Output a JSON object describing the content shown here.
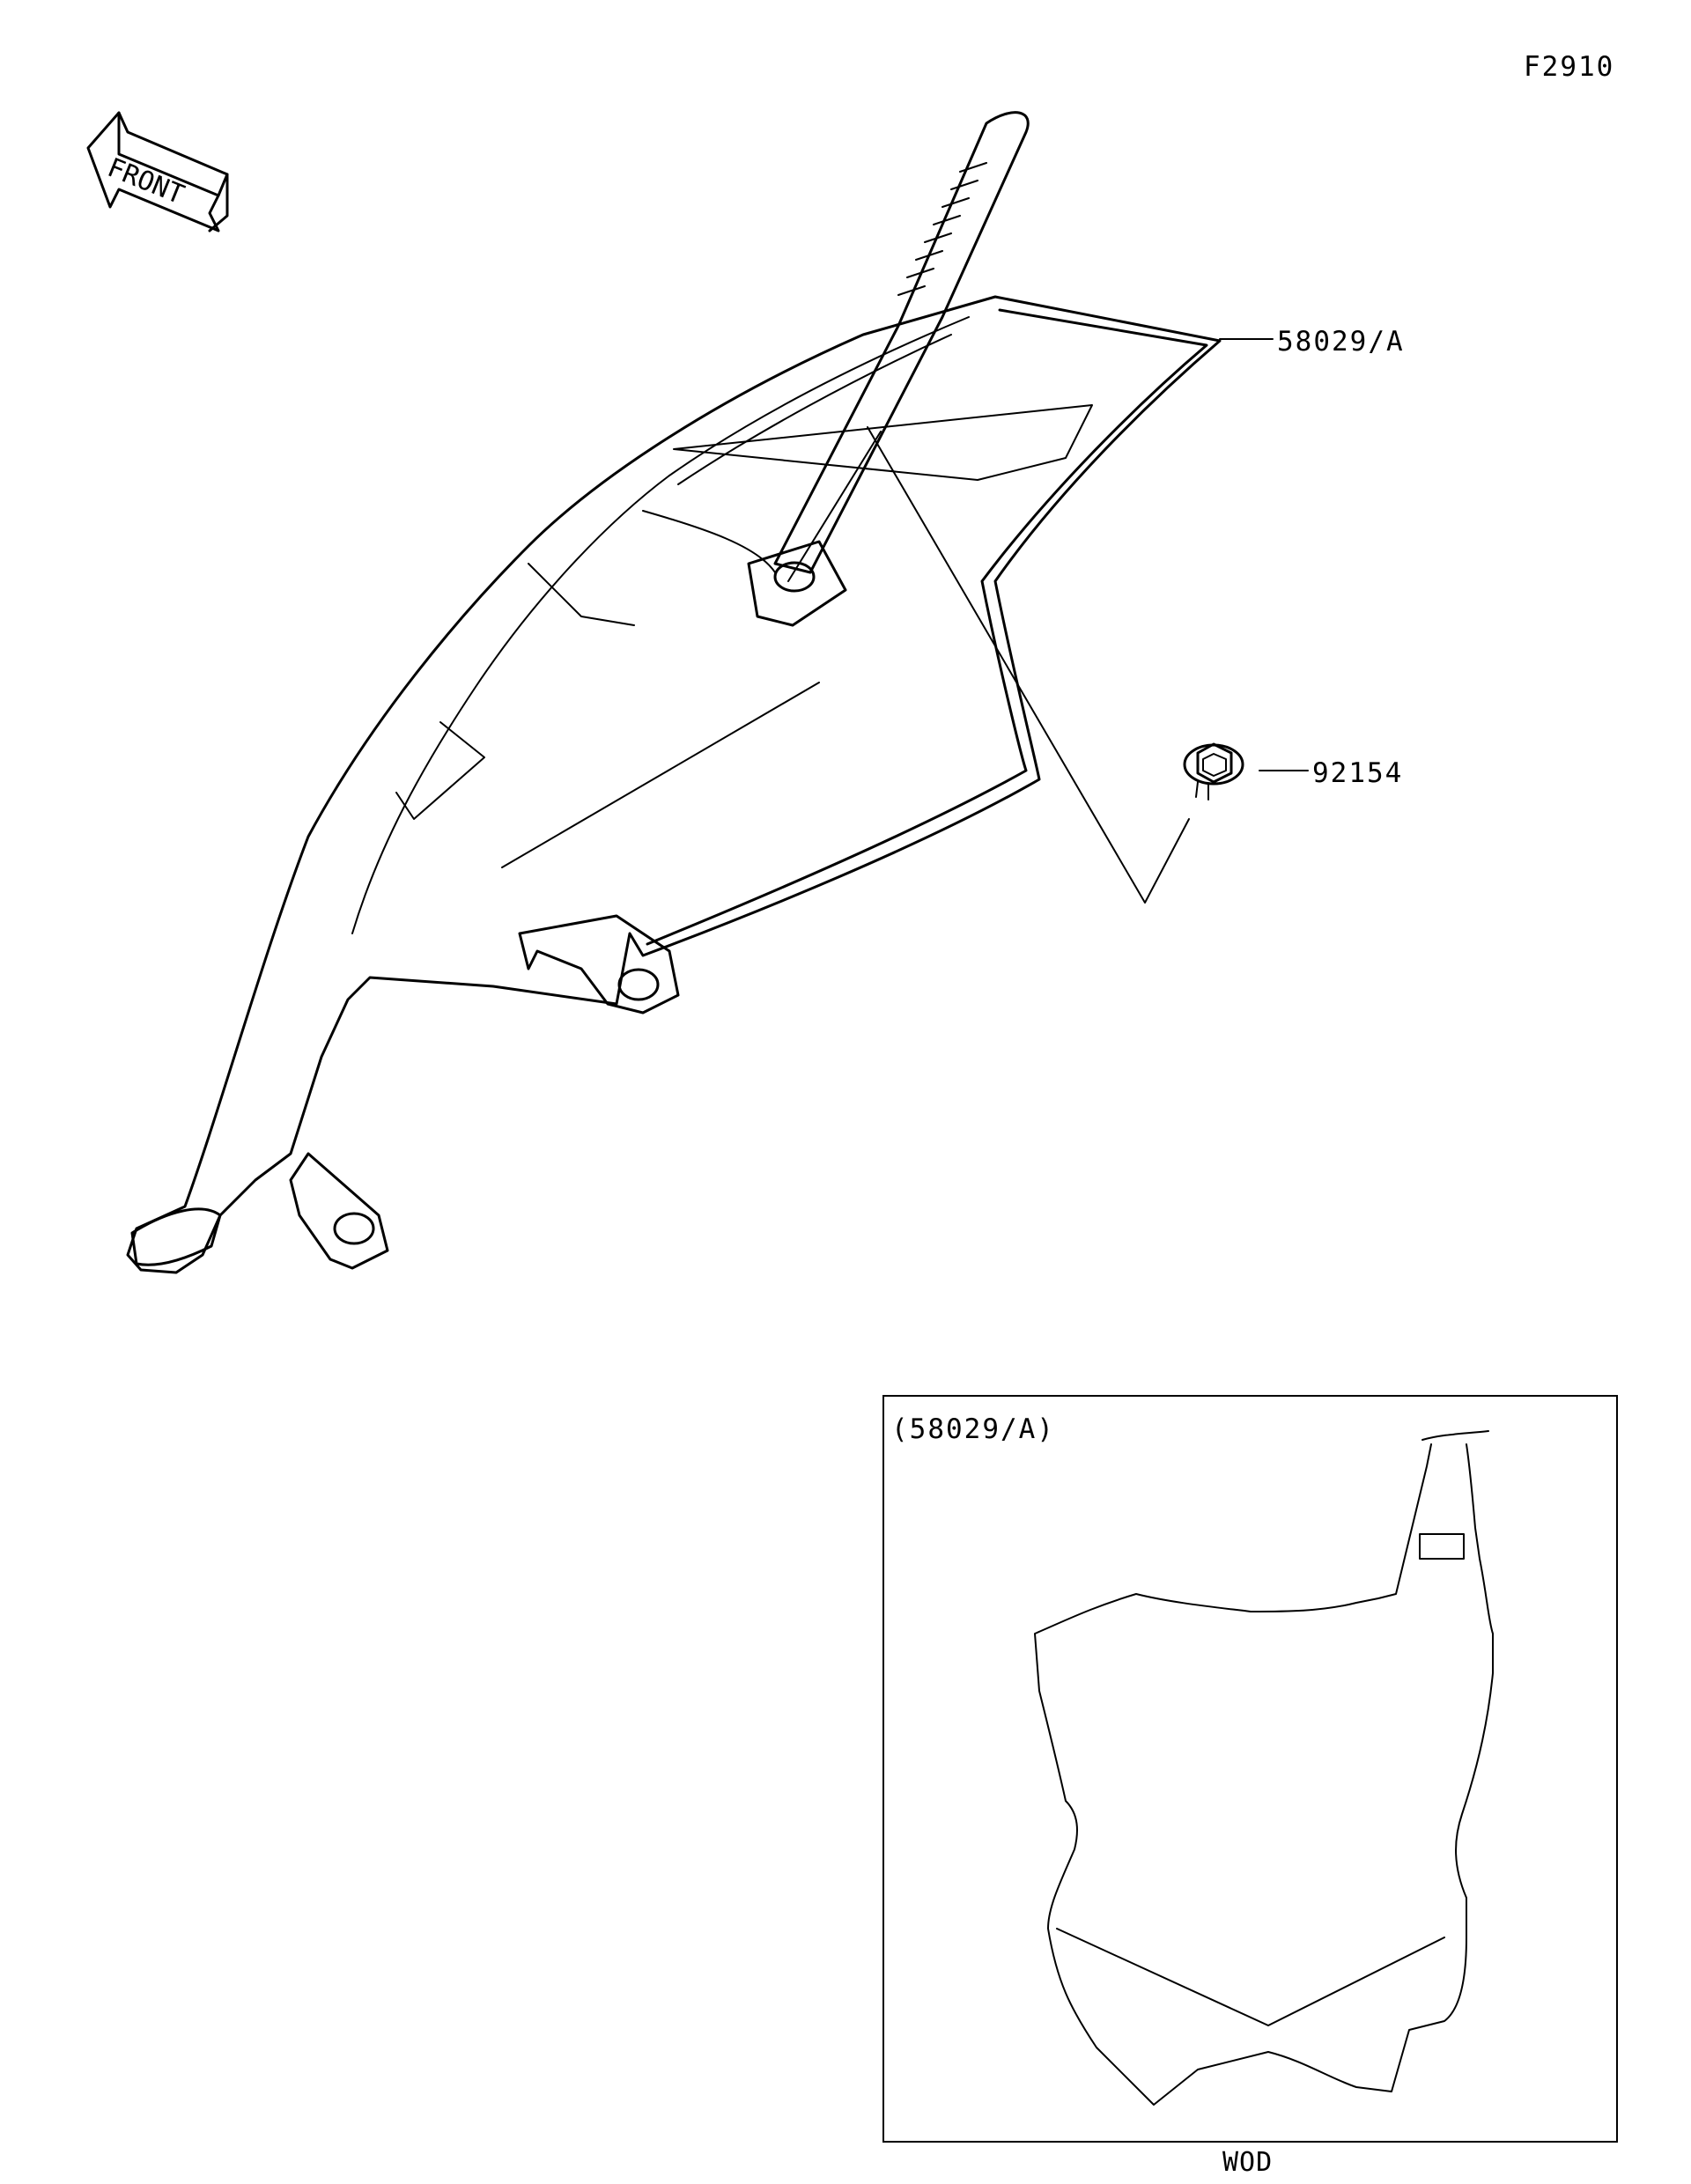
{
  "figure_code": "F2910",
  "front_arrow": {
    "label": "FRONT",
    "icon": "front-arrow-icon"
  },
  "callouts": [
    {
      "part_number": "58029/A"
    },
    {
      "part_number": "92154"
    }
  ],
  "inset": {
    "title": "(58029/A)",
    "caption": "WOD"
  }
}
